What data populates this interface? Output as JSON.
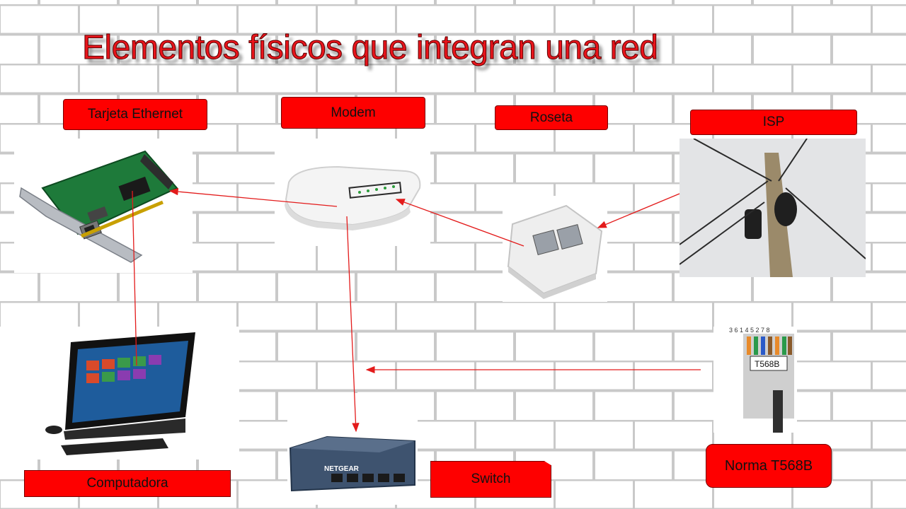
{
  "title": "Elementos físicos que integran una red",
  "colors": {
    "label_fill": "#fe0000",
    "arrow": "#e31b1b",
    "brick_line": "#c9c9c9",
    "title_text": "#e8141b"
  },
  "labels": {
    "ethernet": "Tarjeta Ethernet",
    "modem": "Modem",
    "roseta": "Roseta",
    "isp": "ISP",
    "computadora": "Computadora",
    "switch": "Switch",
    "norma": "Norma T568B"
  },
  "images": {
    "ethernet_card": "network-card-photo",
    "modem": "router-photo",
    "roseta": "wall-jack-photo",
    "isp": "utility-pole-photo",
    "computer": "all-in-one-pc-photo",
    "switch": "netgear-switch-photo",
    "norma": "rj45-connector-photo"
  },
  "photo_text": {
    "switch_brand": "NETGEAR",
    "norma_pins": "3 6 1 4 5 2 7 8",
    "norma_label": "T568B"
  }
}
